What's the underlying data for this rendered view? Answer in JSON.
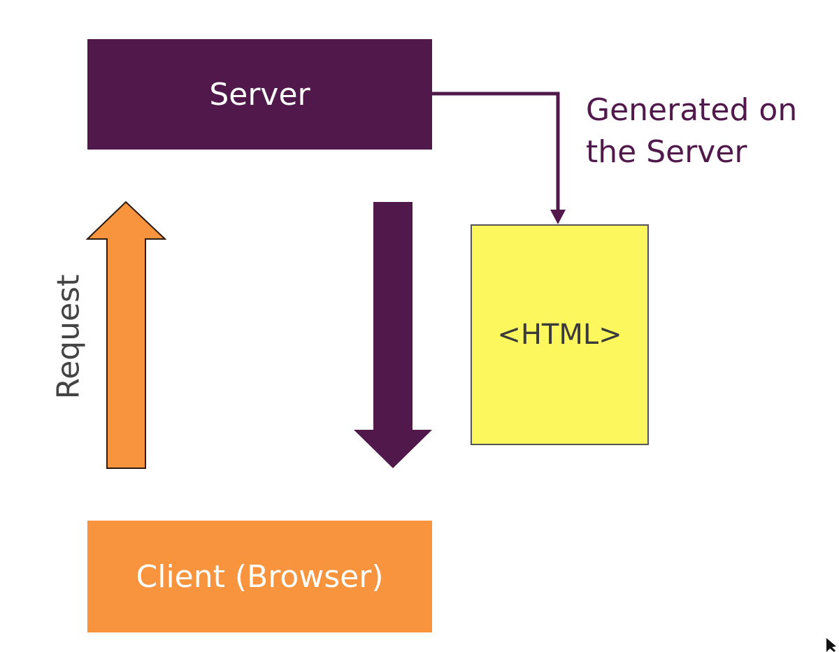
{
  "diagram": {
    "server_label": "Server",
    "client_label": "Client (Browser)",
    "html_label": "<HTML>",
    "generated_label": "Generated on\nthe Server",
    "request_label": "Request"
  },
  "colors": {
    "server": "#51184c",
    "client": "#f8933e",
    "html_doc": "#fdf75e",
    "connector": "#51184c",
    "request_arrow": "#f8933e",
    "response_arrow": "#51184c",
    "generated_text": "#51184c"
  },
  "icons": {
    "cursor": "mouse-pointer-icon"
  }
}
